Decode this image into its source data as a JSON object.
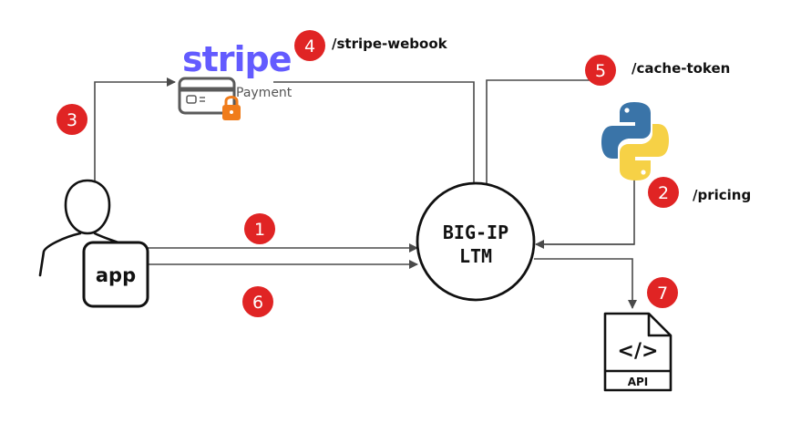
{
  "colors": {
    "badge": "#e02424",
    "arrow": "#4a4a4a",
    "stripe": "#635bff",
    "lock": "#f07c1b",
    "python_blue": "#3a74a8",
    "python_yellow": "#f6d146",
    "ink": "#111111"
  },
  "steps": [
    {
      "number": "1"
    },
    {
      "number": "2",
      "label": "/pricing"
    },
    {
      "number": "3"
    },
    {
      "number": "4",
      "label": "/stripe-webook"
    },
    {
      "number": "5",
      "label": "/cache-token"
    },
    {
      "number": "6"
    },
    {
      "number": "7"
    }
  ],
  "center": {
    "line1": "BIG-IP",
    "line2": "LTM"
  },
  "client": {
    "label": "app"
  },
  "stripe": {
    "logo": "stripe",
    "label": "Payment"
  },
  "api_doc": {
    "code_glyph": "</>",
    "label": "API"
  },
  "icons": [
    "user-icon",
    "stripe-logo",
    "credit-card-icon",
    "lock-icon",
    "python-logo",
    "api-document-icon"
  ]
}
